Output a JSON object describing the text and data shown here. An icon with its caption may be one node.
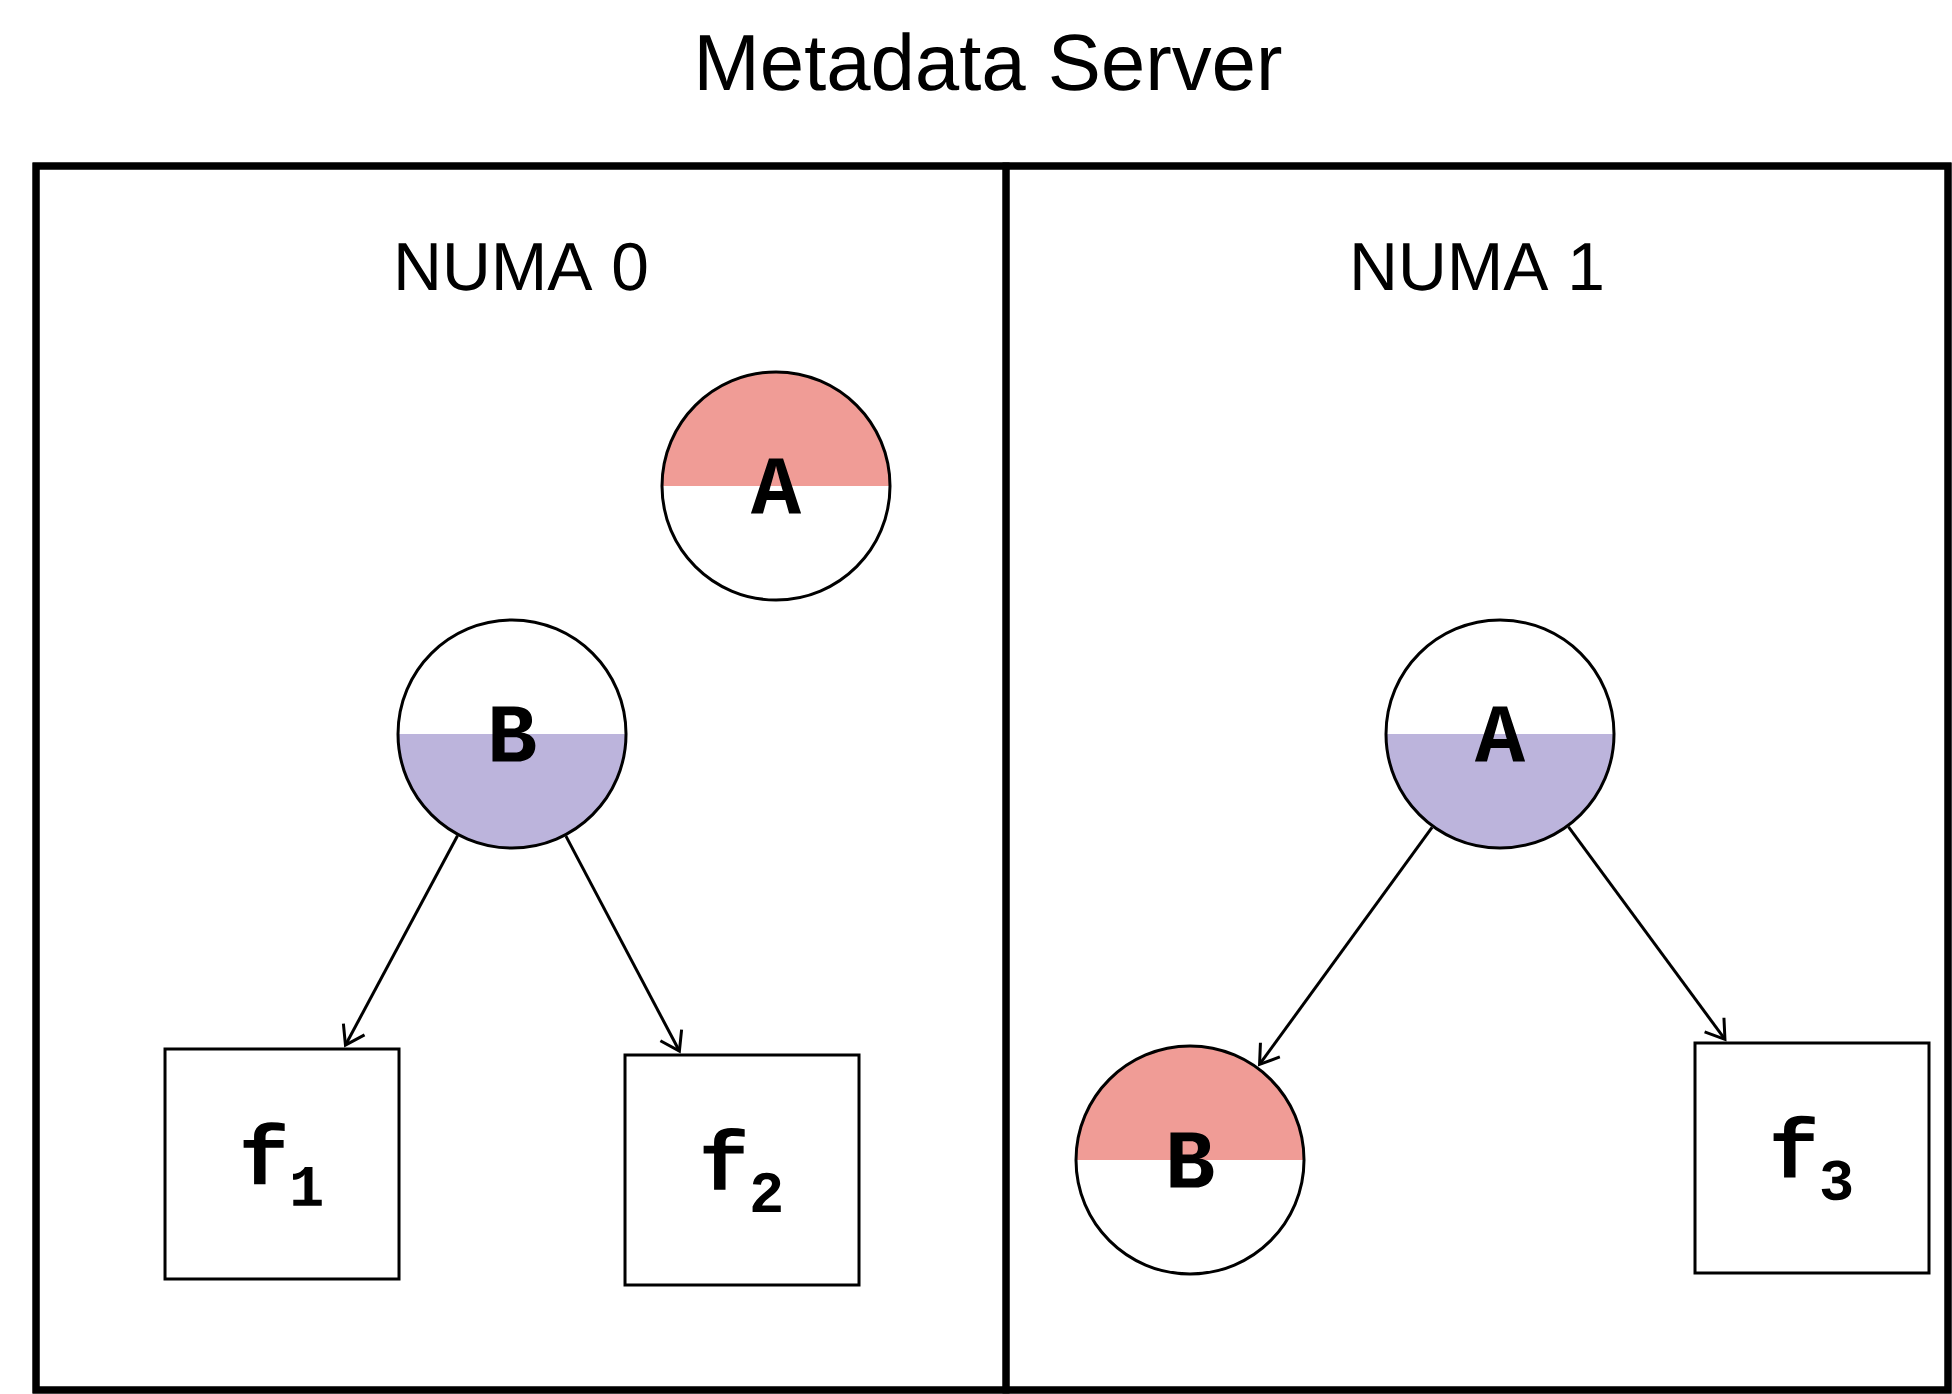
{
  "diagram": {
    "nodes": [
      {
        "text": [
          "Metadata Server"
        ]
      },
      {
        "text": [
          "NUMA 0"
        ],
        "in": 0
      },
      {
        "text": [
          "NUMA 1"
        ],
        "in": 0
      },
      {
        "text": [
          "A"
        ],
        "in": 1
      },
      {
        "text": [
          "B"
        ],
        "in": 1
      },
      {
        "text": [
          "f$_{1}$"
        ],
        "in": 1
      },
      {
        "text": [
          "f$_{2}$"
        ],
        "in": 1
      },
      {
        "text": [
          "A"
        ],
        "in": 2
      },
      {
        "text": [
          "B"
        ],
        "in": 2
      },
      {
        "text": [
          "f$_{3}$"
        ],
        "in": 2
      }
    ],
    "edges": [
      {
        "from": 4,
        "to": 5,
        "arrow": "to"
      },
      {
        "from": 4,
        "to": 6,
        "arrow": "to"
      },
      {
        "from": 7,
        "to": 8,
        "arrow": "to"
      },
      {
        "from": 7,
        "to": 9,
        "arrow": "to"
      }
    ]
  }
}
